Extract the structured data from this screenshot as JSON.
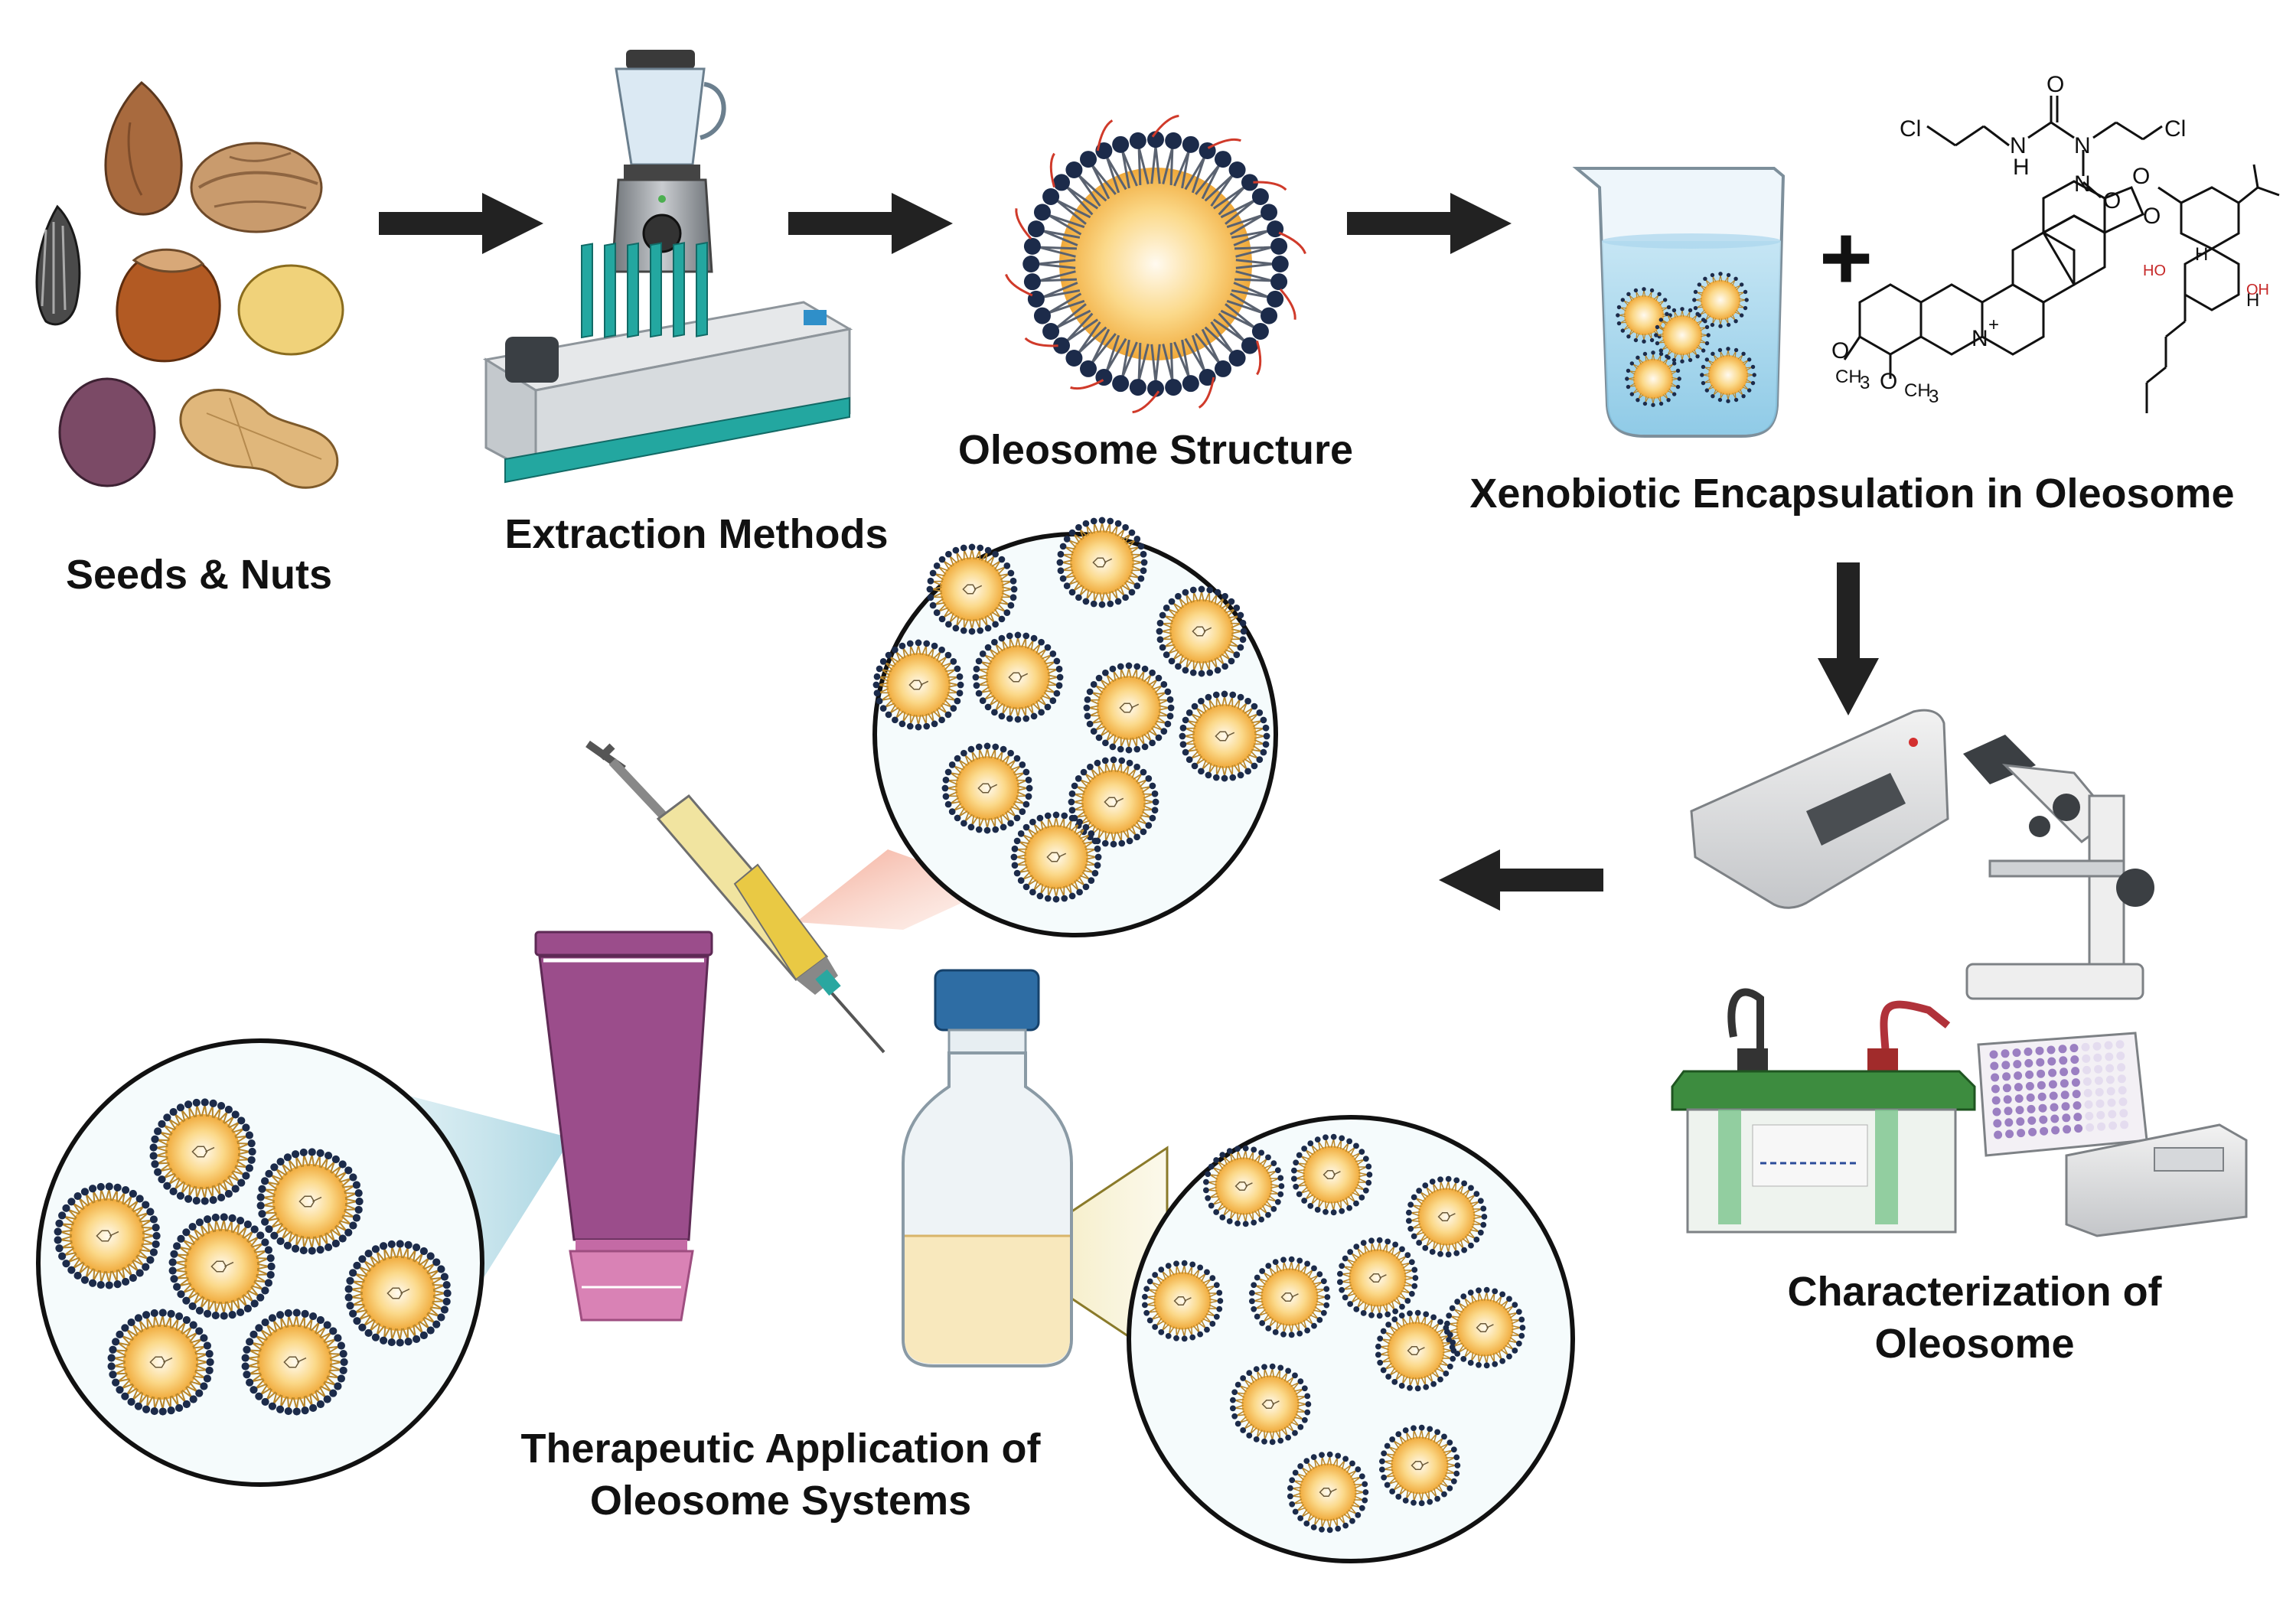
{
  "labels": {
    "seeds": "Seeds & Nuts",
    "extraction": "Extraction Methods",
    "structure": "Oleosome Structure",
    "encapsulation": "Xenobiotic Encapsulation in Oleosome",
    "characterization_line1": "Characterization of",
    "characterization_line2": "Oleosome",
    "therapeutic_line1": "Therapeutic Application of",
    "therapeutic_line2": "Oleosome Systems"
  },
  "chemistry": {
    "cl_left": "Cl",
    "cl_right": "Cl",
    "nh_n": "N",
    "nh_h": "H",
    "n_atom": "N",
    "o_carbonyl": "O",
    "n_nitroso": "N",
    "o_nitroso": "O",
    "plus_n": "N",
    "plus_sign": "+",
    "o_a": "O",
    "o_b": "O",
    "methoxy_o1": "O",
    "methoxy_o2": "O",
    "ch3_a": "CH",
    "ch3_a_sub": "3",
    "ch3_b": "CH",
    "ch3_b_sub": "3",
    "ho_left": "HO",
    "oh_right": "OH",
    "h_a": "H",
    "h_b": "H"
  },
  "colors": {
    "arrow": "#222222",
    "head_blue": "#1c2b4a",
    "tail_gold": "#b8862b",
    "core_orange": "#f3b64c",
    "tube_purple": "#9b4d8b",
    "cap_pink": "#d982b5",
    "cap_blue": "#2e6da4",
    "gel_green": "#2f7d32"
  }
}
